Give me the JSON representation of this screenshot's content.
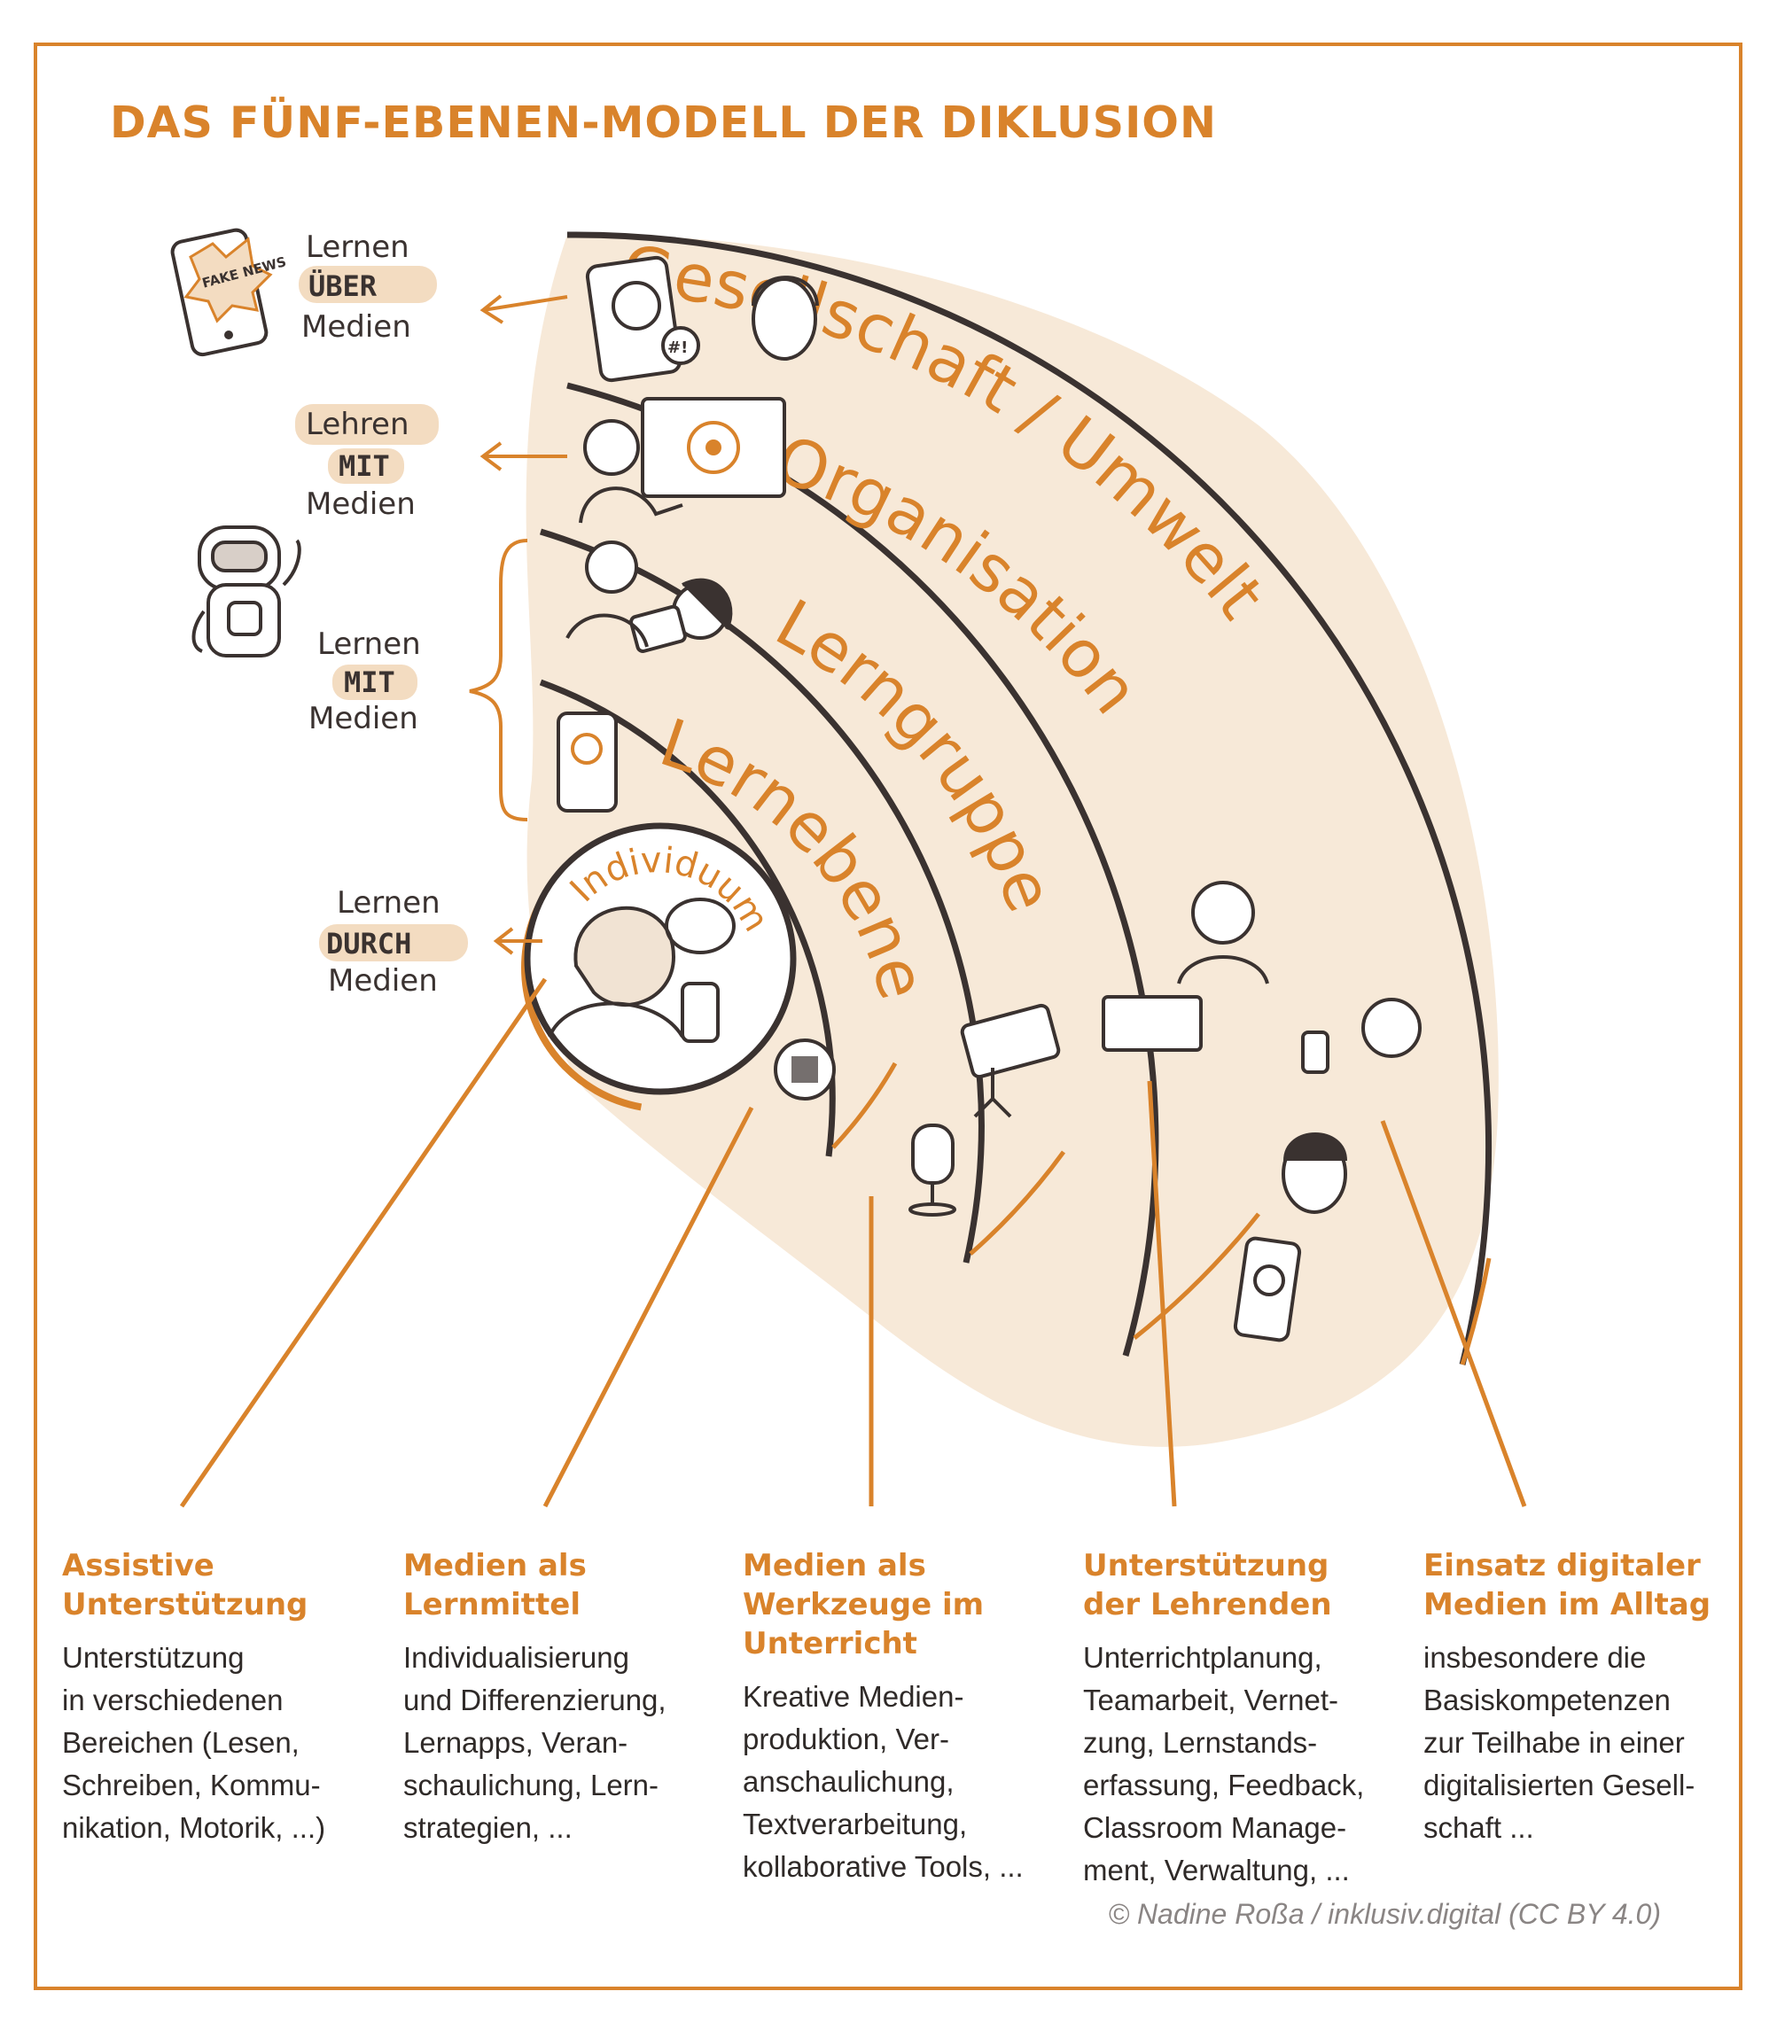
{
  "title": "DAS FÜNF-EBENEN-MODELL DER DIKLUSION",
  "rings": [
    {
      "label": "Gesellschaft / Umwelt"
    },
    {
      "label": "Organisation"
    },
    {
      "label": "Lerngruppe"
    },
    {
      "label": "Lernebene"
    }
  ],
  "center": {
    "label": "Individuum"
  },
  "side_labels": [
    {
      "top": "Lernen",
      "mid": "ÜBER",
      "bottom": "Medien"
    },
    {
      "top": "Lehren",
      "mid": "MIT",
      "bottom": "Medien"
    },
    {
      "top": "Lernen",
      "mid": "MIT",
      "bottom": "Medien"
    },
    {
      "top": "Lernen",
      "mid": "DURCH",
      "bottom": "Medien"
    }
  ],
  "fake_news_badge": "FAKE NEWS",
  "phone_chat_badge": "#!",
  "columns": [
    {
      "title": "Assistive Unterstützung",
      "body": "Unterstützung\nin verschiedenen\nBereichen (Lesen,\nSchreiben, Kommu-\nnikation, Motorik, ...)"
    },
    {
      "title": "Medien als Lernmittel",
      "body": "Individualisierung\nund Differenzierung,\nLernapps, Veran-\nschaulichung, Lern-\nstrategien, ..."
    },
    {
      "title": "Medien als Werkzeuge im Unterricht",
      "body": "Kreative Medien-\nproduktion, Ver-\nanschaulichung,\nTextverarbeitung,\nkollaborative Tools, ..."
    },
    {
      "title": "Unterstützung der Lehrenden",
      "body": "Unterrichtplanung,\nTeamarbeit, Vernet-\nzung, Lernstands-\nerfassung, Feedback,\nClassroom Manage-\nment, Verwaltung, ..."
    },
    {
      "title": "Einsatz digitaler Medien im Alltag",
      "body": "insbesondere die\nBasiskompetenzen\nzur Teilhabe in einer\ndigitalisierten Gesell-\nschaft ..."
    }
  ],
  "credit": "© Nadine Roßa / inklusiv.digital (CC BY 4.0)",
  "colors": {
    "accent": "#d9832b",
    "ring_fill": "#f7e9d8",
    "ink": "#2f2a28"
  }
}
